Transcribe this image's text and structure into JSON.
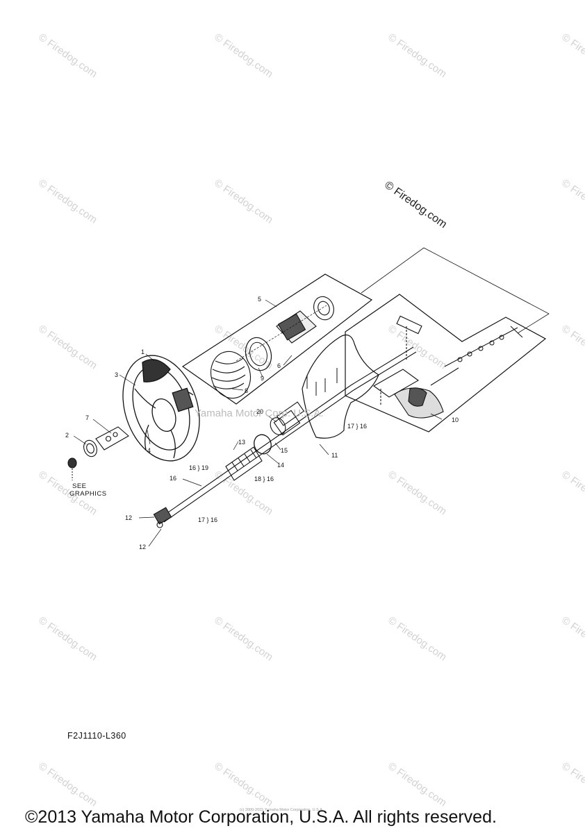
{
  "watermark": "© Firedog.com",
  "center_watermark": "Yamaha Motor Corp. U.S.A.",
  "callouts": {
    "c1": "1",
    "c2": "2",
    "c3": "3",
    "c4": "4",
    "c5": "5",
    "c6": "6",
    "c7": "7",
    "c8": "8",
    "c9": "9",
    "c10": "10",
    "c11": "11",
    "c12a": "12",
    "c12b": "12",
    "c13": "13",
    "c14": "14",
    "c15": "15",
    "c16": "16",
    "c16_19": "16 } 19",
    "c18_16": "18 } 16",
    "c17_16a": "17 } 16",
    "c17_16b": "17 } 16",
    "c20": "20"
  },
  "see_graphics": [
    "SEE",
    "GRAPHICS"
  ],
  "diagram_code": "F2J1110-L360",
  "tiny_note": "(c) 2000-2015 Yamaha Motor Corporation, U.S.A.",
  "copyright": "©2013 Yamaha Motor Corporation, U.S.A. All rights reserved."
}
